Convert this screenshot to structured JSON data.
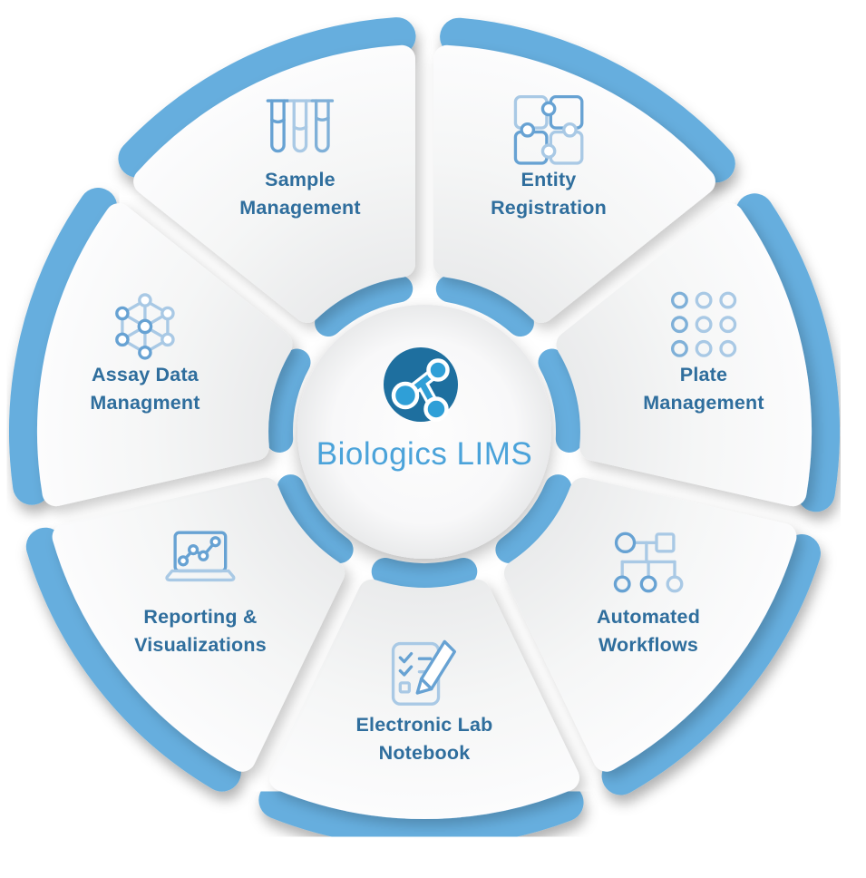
{
  "diagram": {
    "type": "circular-segment-infographic",
    "segment_count": 7,
    "center": {
      "label": "Biologics LIMS",
      "label_color": "#4ba3da",
      "logo_bg": "#1e6f9f",
      "logo_node": "#2f9fd7"
    },
    "colors": {
      "arc_blue": "#66aede",
      "label_text": "#2f6e9d",
      "icon_light": "#a9c9e5",
      "icon_medium": "#67a2d3",
      "icon_mid": "#7fb0d8",
      "background": "#ffffff"
    },
    "segments": [
      {
        "id": "sample-management",
        "label_line1": "Sample",
        "label_line2": "Management",
        "icon": "test-tubes-icon",
        "angle_deg": -115.71
      },
      {
        "id": "entity-registration",
        "label_line1": "Entity",
        "label_line2": "Registration",
        "icon": "puzzle-icon",
        "angle_deg": -64.29
      },
      {
        "id": "plate-management",
        "label_line1": "Plate",
        "label_line2": "Management",
        "icon": "well-plate-icon",
        "angle_deg": -12.86
      },
      {
        "id": "automated-workflows",
        "label_line1": "Automated",
        "label_line2": "Workflows",
        "icon": "workflow-icon",
        "angle_deg": 38.57
      },
      {
        "id": "electronic-lab-notebook",
        "label_line1": "Electronic Lab",
        "label_line2": "Notebook",
        "icon": "checklist-pencil-icon",
        "angle_deg": 90.0
      },
      {
        "id": "reporting-visualizations",
        "label_line1": "Reporting &",
        "label_line2": "Visualizations",
        "icon": "laptop-chart-icon",
        "angle_deg": 141.43
      },
      {
        "id": "assay-data-management",
        "label_line1": "Assay Data",
        "label_line2": "Managment",
        "icon": "molecule-network-icon",
        "angle_deg": 192.86
      }
    ]
  }
}
